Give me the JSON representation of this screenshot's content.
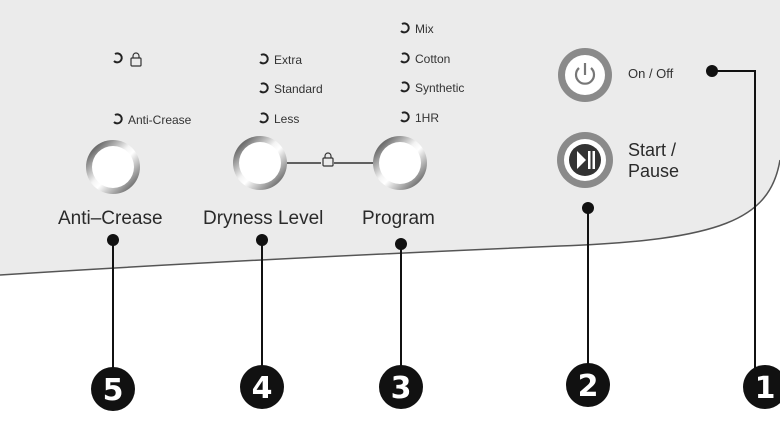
{
  "panel": {
    "lock_icon": "padlock-icon",
    "indicator_icon": "led-indicator-icon",
    "anti_crease": {
      "indicator_label": "Anti-Crease",
      "button_label": "Anti–Crease"
    },
    "dryness": {
      "options": [
        "Extra",
        "Standard",
        "Less"
      ],
      "button_label": "Dryness Level"
    },
    "program": {
      "options": [
        "Mix",
        "Cotton",
        "Synthetic",
        "1HR"
      ],
      "button_label": "Program"
    },
    "power": {
      "label": "On / Off",
      "icon": "power-icon"
    },
    "start_pause": {
      "label": "Start /\nPause",
      "icon": "play-pause-icon"
    }
  },
  "callouts": [
    "1",
    "2",
    "3",
    "4",
    "5"
  ],
  "colors": {
    "panel": "#ebebeb",
    "panel_edge": "#555555",
    "callout": "#111111",
    "button_ring": "#8a8a8a"
  }
}
